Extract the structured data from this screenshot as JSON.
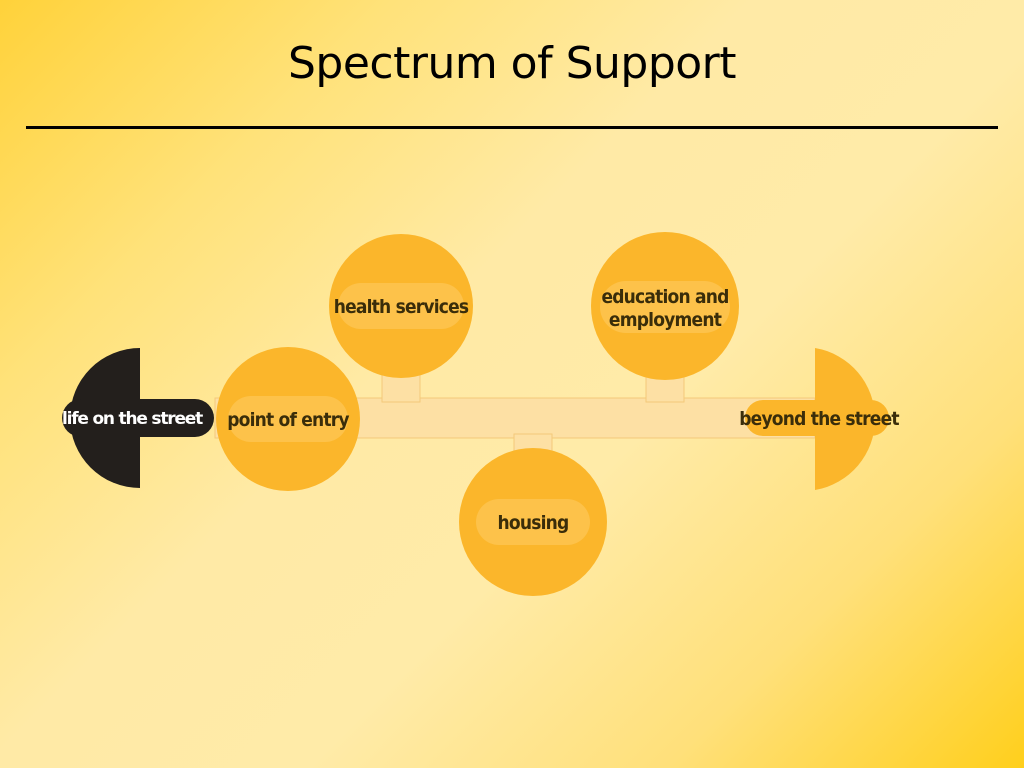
{
  "slide": {
    "title": "Spectrum of Support"
  },
  "diagram": {
    "start": {
      "label": "life on the street"
    },
    "end": {
      "label": "beyond the street"
    },
    "nodes": {
      "point_of_entry": {
        "label": "point of entry"
      },
      "health_services": {
        "label": "health services"
      },
      "education_employment": {
        "line1": "education and",
        "line2": "employment"
      },
      "housing": {
        "label": "housing"
      }
    }
  },
  "colors": {
    "node_fill": "#fbb62b",
    "node_band": "#fdc24a",
    "connector": "#fde0a4",
    "start_cap": "#231f1c",
    "label_text": "#3a2d0a"
  }
}
